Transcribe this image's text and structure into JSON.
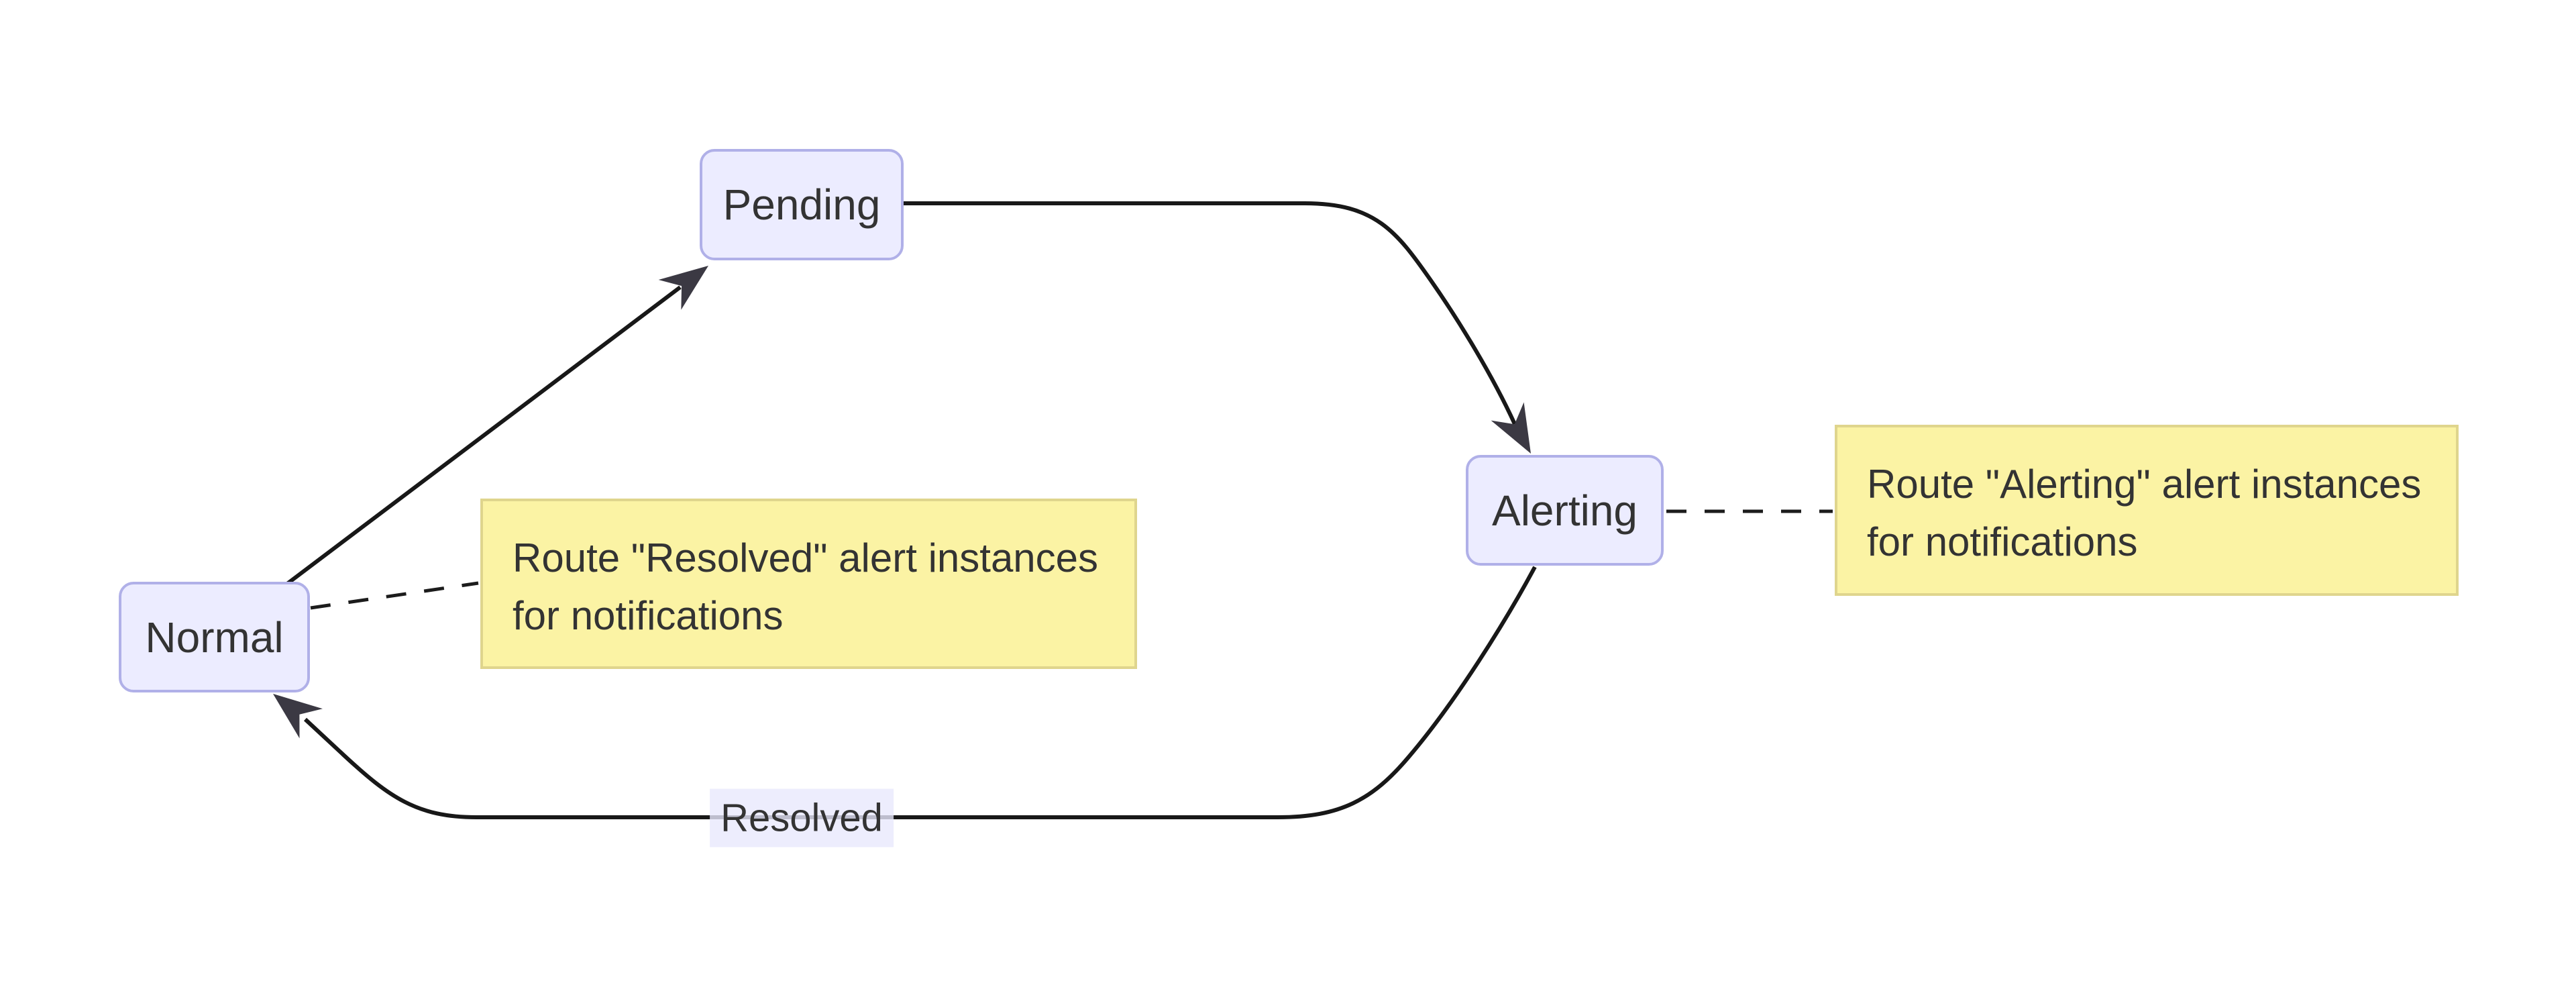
{
  "diagram_type": "state-diagram",
  "nodes": [
    {
      "id": "Pending",
      "label": "Pending"
    },
    {
      "id": "Alerting",
      "label": "Alerting"
    },
    {
      "id": "Normal",
      "label": "Normal"
    }
  ],
  "edges": [
    {
      "from": "Normal",
      "to": "Pending",
      "style": "solid",
      "label": ""
    },
    {
      "from": "Pending",
      "to": "Alerting",
      "style": "solid",
      "label": ""
    },
    {
      "from": "Alerting",
      "to": "Normal",
      "style": "solid",
      "label": "Resolved"
    }
  ],
  "notes": [
    {
      "target": "Normal",
      "connector": "dashed",
      "lines": [
        "Route \"Resolved\" alert instances",
        "for notifications"
      ]
    },
    {
      "target": "Alerting",
      "connector": "dashed",
      "lines": [
        "Route \"Alerting\" alert instances",
        "for notifications"
      ]
    }
  ],
  "colors": {
    "canvas": "#ffffff",
    "state_fill": "#ececff",
    "state_border": "#b0b0e8",
    "state_text": "#333333",
    "note_fill": "#fbf3a4",
    "note_border": "#dfd58d",
    "note_text": "#333333",
    "edge_line": "#181818",
    "arrowhead": "#3b3943",
    "edge_label_bg": "#e8e8fc"
  }
}
